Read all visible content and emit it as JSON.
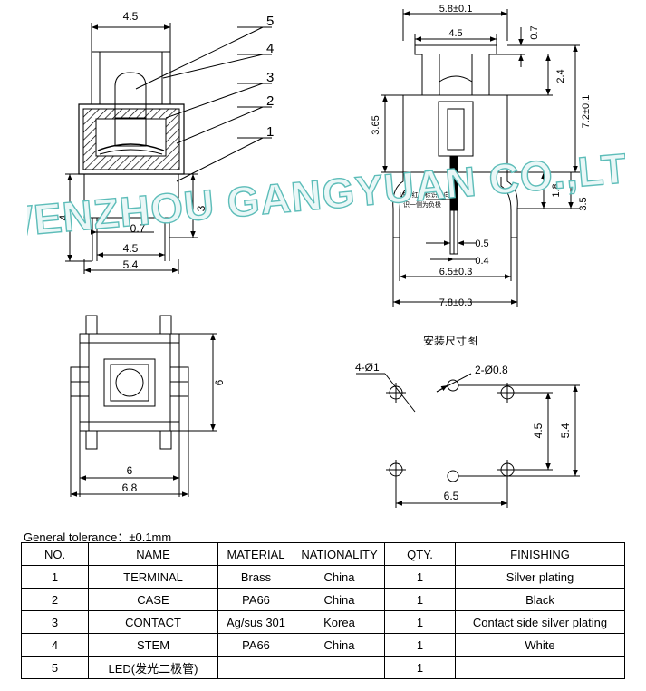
{
  "watermark": "WENZHOU GANGYUAN CO.,LTD",
  "side_view": {
    "dims": {
      "top_width": "4.5",
      "left_height": "4",
      "right_height": "3",
      "lead": "0.7",
      "base_inner": "4.5",
      "base_outer": "5.4"
    },
    "callouts": [
      "5",
      "4",
      "3",
      "2",
      "1"
    ]
  },
  "front_view": {
    "dims": {
      "overall_width": "5.8±0.1",
      "inner_width": "4.5",
      "cap_offset": "0.7",
      "cap_height": "2.4",
      "body_height": "3.65",
      "total_height": "7.2±0.1",
      "lead_drop": "1.8",
      "lead_len": "3.5",
      "pin_w": "0.5",
      "pin_t": "0.4",
      "pin_span": "6.5±0.3",
      "overall_span": "7.8±0.3"
    },
    "note_line1": "LED红色标识方向",
    "note_line2": "识一侧为负极"
  },
  "top_view": {
    "dims": {
      "height": "6",
      "inner_width": "6",
      "outer_width": "6.8"
    }
  },
  "footprint": {
    "title": "安装尺寸图",
    "hole_label_large": "4-Ø1",
    "hole_label_small": "2-Ø0.8",
    "dims": {
      "inner_height": "4.5",
      "outer_height": "5.4",
      "width": "6.5"
    }
  },
  "tolerance": "General tolerance：±0.1mm",
  "table": {
    "headers": [
      "NO.",
      "NAME",
      "MATERIAL",
      "NATIONALITY",
      "QTY.",
      "FINISHING"
    ],
    "rows": [
      [
        "1",
        "TERMINAL",
        "Brass",
        "China",
        "1",
        "Silver plating"
      ],
      [
        "2",
        "CASE",
        "PA66",
        "China",
        "1",
        "Black"
      ],
      [
        "3",
        "CONTACT",
        "Ag/sus 301",
        "Korea",
        "1",
        "Contact side silver plating"
      ],
      [
        "4",
        "STEM",
        "PA66",
        "China",
        "1",
        "White"
      ],
      [
        "5",
        "LED(发光二极管)",
        "",
        "",
        "1",
        ""
      ]
    ]
  }
}
